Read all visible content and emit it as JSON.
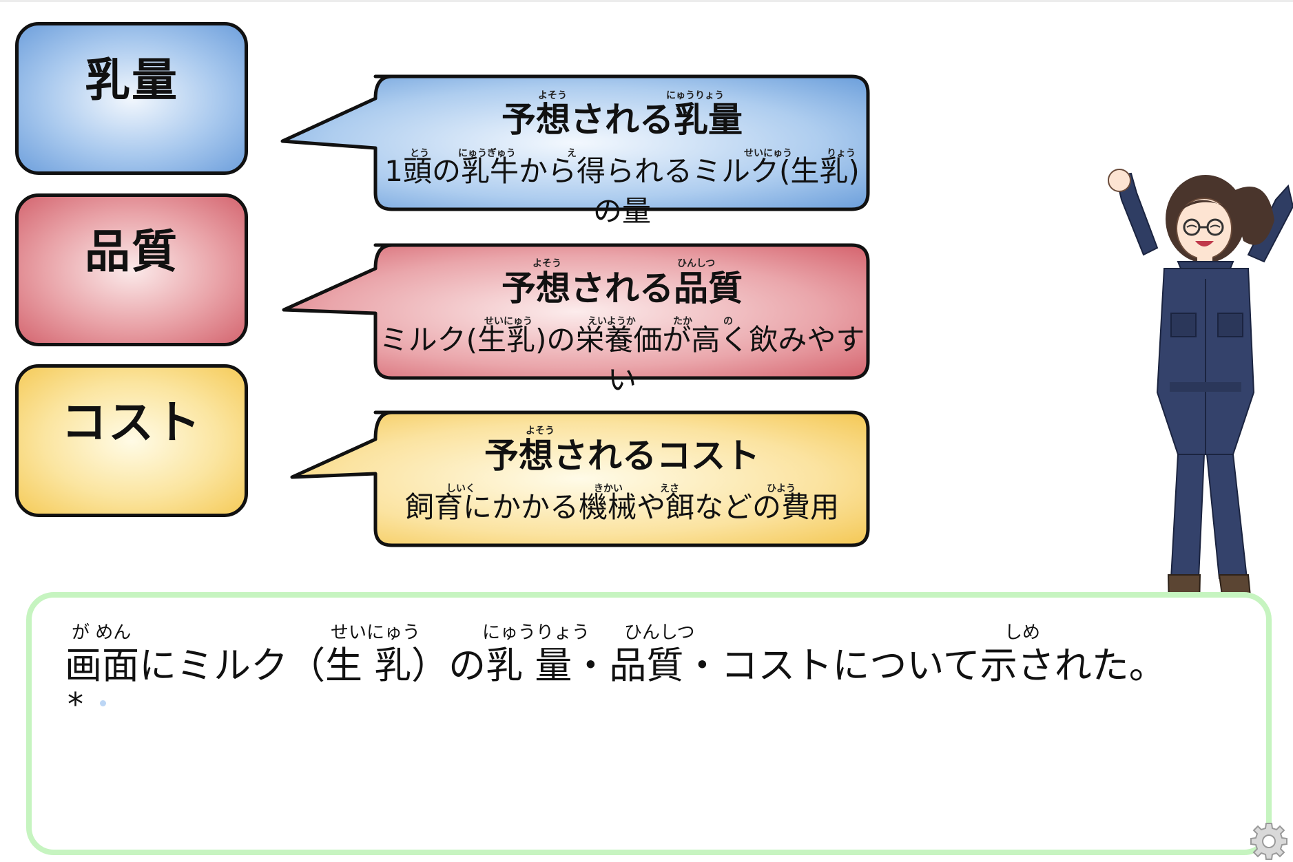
{
  "categories": [
    {
      "label": "乳量",
      "color": "#8cb6e8"
    },
    {
      "label": "品質",
      "color": "#e08a92"
    },
    {
      "label": "コスト",
      "color": "#f8d97a"
    }
  ],
  "bubbles": [
    {
      "title": "予想される乳量",
      "title_ruby": [
        "よそう",
        "にゅうりょう"
      ],
      "desc": "1頭の乳牛から得られるミルク(生乳)の量",
      "desc_ruby": [
        "とう",
        "にゅうぎゅう",
        "え",
        "せいにゅう",
        "りょう"
      ]
    },
    {
      "title": "予想される品質",
      "title_ruby": [
        "よそう",
        "ひんしつ"
      ],
      "desc": "ミルク(生乳)の栄養価が高く飲みやすい",
      "desc_ruby": [
        "せいにゅう",
        "えいようか",
        "たか",
        "の"
      ]
    },
    {
      "title": "予想されるコスト",
      "title_ruby": [
        "よそう"
      ],
      "desc": "飼育にかかる機械や餌などの費用",
      "desc_ruby": [
        "しいく",
        "きかい",
        "えさ",
        "ひよう"
      ]
    }
  ],
  "dialog": {
    "text": "画面にミルク（生 乳）の乳 量・品質・コストについて示された。",
    "ruby": [
      "が めん",
      "せいにゅう",
      "にゅうりょう",
      "ひんしつ",
      "しめ"
    ],
    "cursor": "*"
  },
  "icons": {
    "settings": "gear-icon",
    "character": "farmer-girl-icon"
  }
}
